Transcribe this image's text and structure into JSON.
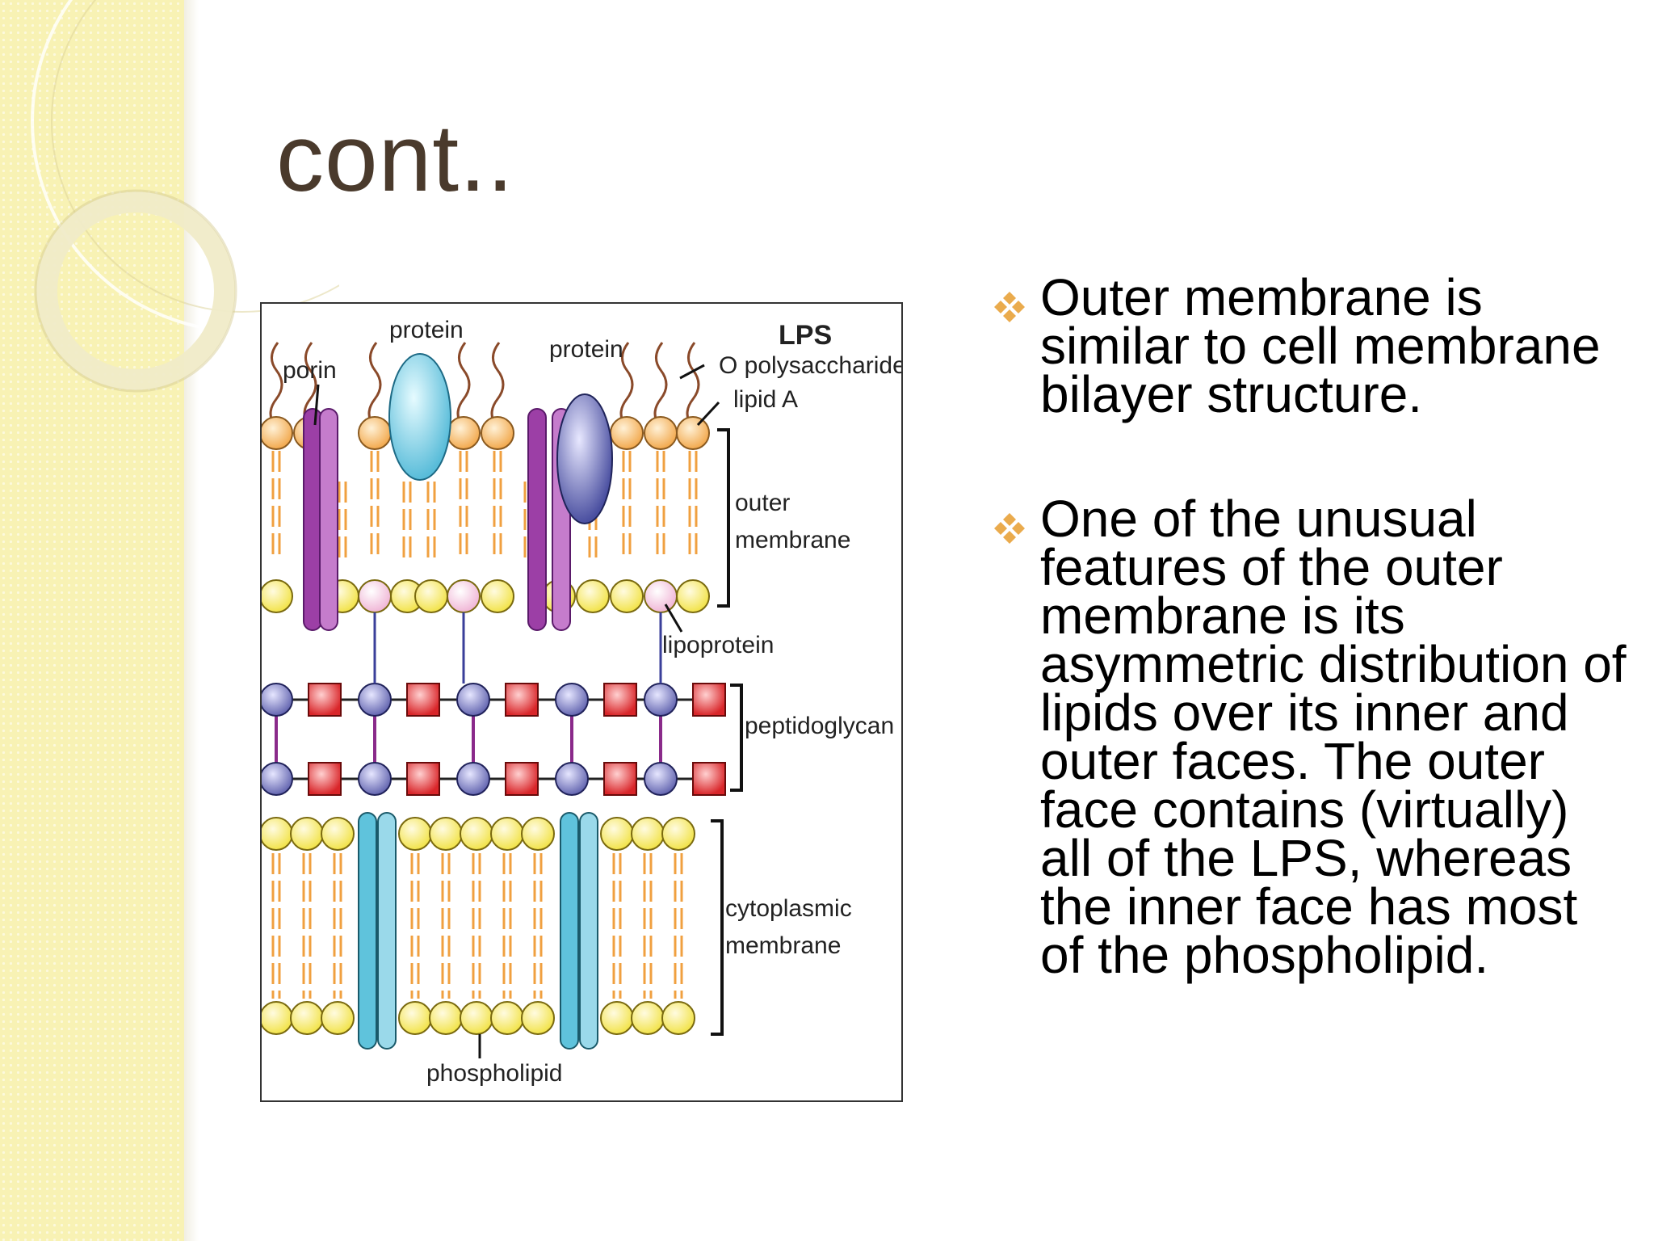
{
  "slide": {
    "title": "cont..",
    "bullets": [
      {
        "text": "Outer membrane is similar to cell membrane bilayer structure."
      },
      {
        "text": "One of the unusual features of the outer membrane is its asymmetric distribution of lipids over its inner and outer faces. The outer face contains (virtually) all of the LPS, whereas the inner face has most of the phospholipid."
      }
    ]
  },
  "diagram": {
    "labels": {
      "porin": "porin",
      "protein_1": "protein",
      "protein_2": "protein",
      "lps": "LPS",
      "o_polysaccharide": "O polysaccharide",
      "lipid_a": "lipid A",
      "outer_line1": "outer",
      "outer_line2": "membrane",
      "lipoprotein": "lipoprotein",
      "peptidoglycan": "peptidoglycan",
      "cyto_line1": "cytoplasmic",
      "cyto_line2": "membrane",
      "phospholipid": "phospholipid"
    },
    "colors": {
      "lipid_a_head": "#f2a94e",
      "phospholipid_head": "#f2e34a",
      "lipoprotein_head": "#f0b6d6",
      "porin": "#9c3fa6",
      "protein_cyan": "#58bcd9",
      "protein_purple": "#4a4fa0",
      "peptide_node": "#6466b0",
      "glycan_square": "#d9262a",
      "cyto_channel": "#5fc3dc",
      "lipid_tail": "#f0a040",
      "o_chain": "#8a4a2a"
    }
  },
  "theme": {
    "band_color": "#f8f2b4",
    "title_color": "#4a3a2c",
    "bullet_icon_color": "#e8a23a"
  }
}
